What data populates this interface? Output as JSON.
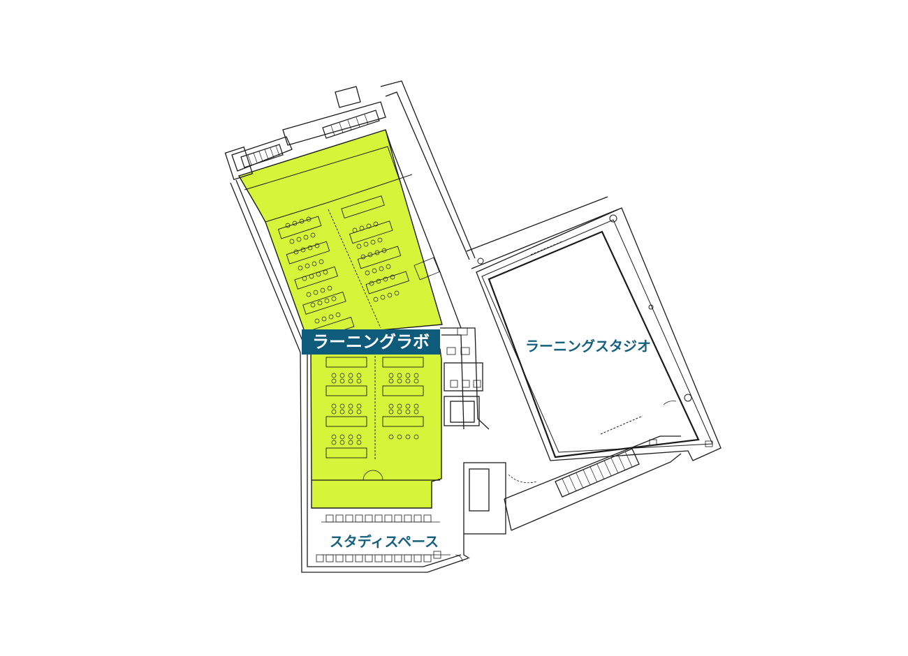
{
  "colors": {
    "highlight": "#d6f53a",
    "line": "#1a1a1a",
    "label_text": "#15607f",
    "badge_bg": "#0e5b7b",
    "badge_text": "#ffffff"
  },
  "rooms": {
    "learning_lab": {
      "label": "ラーニングラボ",
      "highlighted": true
    },
    "learning_studio": {
      "label": "ラーニングスタジオ",
      "highlighted": false
    },
    "study_space": {
      "label": "スタディスペース",
      "highlighted": false
    }
  }
}
